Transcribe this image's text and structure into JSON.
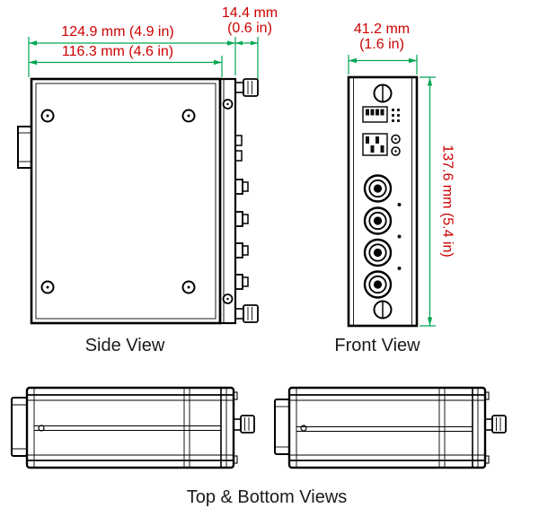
{
  "colors": {
    "background": "#FFFFFF",
    "dimension_text": "#CC0000",
    "dimension_lines": "#00A651",
    "drawing_lines": "#000000",
    "caption_text": "#1A1A1A"
  },
  "views": {
    "side": {
      "label": "Side View",
      "dimensions": {
        "overall_depth": "124.9 mm (4.9 in)",
        "body_depth": "116.3 mm (4.6 in)",
        "protrusion_value": "14.4 mm",
        "protrusion_inches": "(0.6 in)"
      }
    },
    "front": {
      "label": "Front View",
      "dimensions": {
        "width_value": "41.2 mm",
        "width_inches": "(1.6 in)",
        "height": "137.6 mm (5.4 in)"
      }
    },
    "top_bottom": {
      "label": "Top & Bottom Views"
    }
  }
}
